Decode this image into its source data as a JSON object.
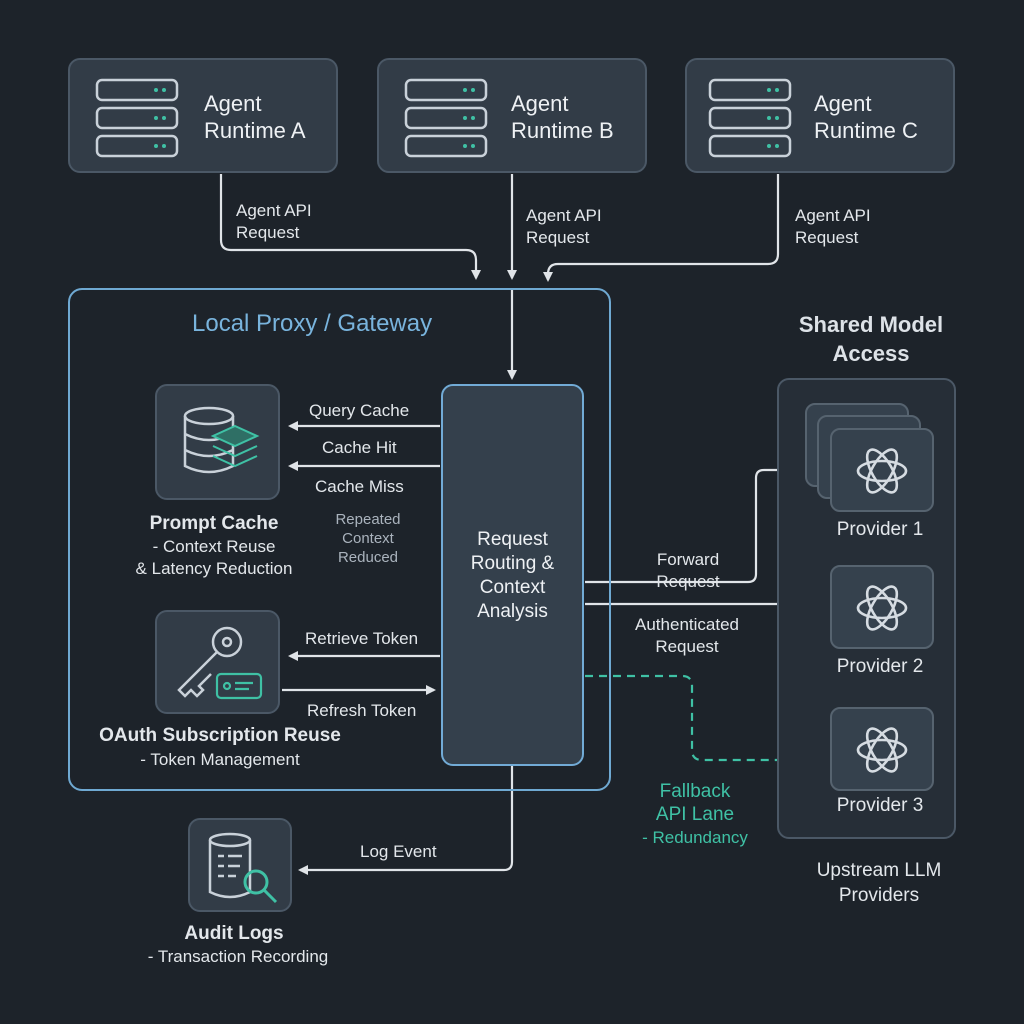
{
  "runtimes": [
    {
      "line1": "Agent",
      "line2": "Runtime A"
    },
    {
      "line1": "Agent",
      "line2": "Runtime B"
    },
    {
      "line1": "Agent",
      "line2": "Runtime C"
    }
  ],
  "request_labels": [
    {
      "line1": "Agent API",
      "line2": "Request"
    },
    {
      "line1": "Agent API",
      "line2": "Request"
    },
    {
      "line1": "Agent API",
      "line2": "Request"
    }
  ],
  "gateway": {
    "title": "Local Proxy / Gateway",
    "router": {
      "line1": "Request",
      "line2": "Routing &",
      "line3": "Context",
      "line4": "Analysis"
    }
  },
  "cache": {
    "title": "Prompt Cache",
    "sub1": "- Context Reuse",
    "sub2": "& Latency Reduction",
    "query": "Query Cache",
    "hit": "Cache Hit",
    "miss": "Cache Miss",
    "note": {
      "line1": "Repeated",
      "line2": "Context",
      "line3": "Reduced"
    }
  },
  "oauth": {
    "title": "OAuth Subscription Reuse",
    "sub": "- Token Management",
    "retrieve": "Retrieve Token",
    "refresh": "Refresh Token"
  },
  "audit": {
    "title": "Audit Logs",
    "sub": "- Transaction Recording",
    "event": "Log Event"
  },
  "routing": {
    "forward": {
      "line1": "Forward",
      "line2": "Request"
    },
    "authenticated": {
      "line1": "Authenticated",
      "line2": "Request"
    },
    "fallback": {
      "line1": "Fallback",
      "line2": "API Lane",
      "line3": "- Redundancy"
    }
  },
  "shared": {
    "title_line1": "Shared Model",
    "title_line2": "Access",
    "providers": [
      "Provider 1",
      "Provider 2",
      "Provider 3"
    ],
    "footer_line1": "Upstream LLM",
    "footer_line2": "Providers"
  },
  "colors": {
    "background": "#1d232a",
    "box": "#323c47",
    "accent_blue": "#6fa9d2",
    "accent_teal": "#3fc1a5",
    "line": "#e0e4e8"
  }
}
